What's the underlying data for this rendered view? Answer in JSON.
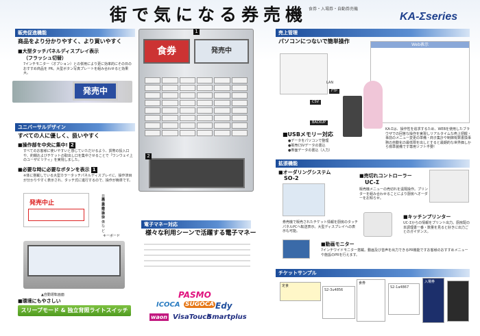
{
  "title": "街で気になる券売機",
  "title_sub": "食券・入場券・自動券売機",
  "logo": "KA-Σseries",
  "left": {
    "band1": "販売促進機能",
    "lead1": "商品をより分かりやすく、より買いやすく",
    "h1": "■大型タッチパネルディスプレイ表示",
    "h1b": "（フラッシュ切替）",
    "d1": "7インチモニター（オプション）との併用により更に効率的にその日のおすすめ商品を PR。大型ボタン写真プレートを組み合わせると効果大。",
    "sign": "発売中",
    "band2": "ユニバーサルデザイン",
    "lead2": "すべての人に優しく、扱いやすく",
    "h2": "■操作部を中央に集中!",
    "d2": "すべてのお客様に使いやすいと感じていただけるよう、貨幣の投入口や、釣銭およびチケットの取出し口を集中させることで「ワンウェイ上のユーザビリティ」を実現しました。",
    "h3": "■必要な時に必要なボタンを表示",
    "d3": "※体に搭載している大型カラータッチパネルディスプレイに、操作済目が分かりやすく表示され、タッチ式に進行するので、操作が簡単です。",
    "panel_title": "発売中止",
    "labels": [
      "日付の操作",
      "再集計",
      "メンテナンスなど",
      "売上の操作",
      "異常時の操作"
    ],
    "keyboard": "キーボード",
    "caption": "▲自動運転画面",
    "h4": "■環境にもやさしい",
    "green": "スリープモード & 独立背照ライトスイッチ"
  },
  "center": {
    "n1": "1",
    "n2": "2",
    "sign_big": "食券",
    "sign_small": "発売中",
    "band": "電子マネー対応",
    "lead": "様々な利用シーンで活躍する電子マネー",
    "brands": [
      "PASMO",
      "ICOCA",
      "SUGOCA",
      "Edy",
      "VisaTouch",
      "Smartplus",
      "waon"
    ]
  },
  "right": {
    "band1": "売上管理",
    "lead1": "パソコンにつないで簡単操作",
    "web": "Web表示",
    "lan": "LAN",
    "ftp": "FTP",
    "csv": "CSV",
    "backup": "BACKUP",
    "usb": "■USBメモリー対応",
    "usb_items": [
      "●データをパソコンで整理",
      "●販売CSVデータの書込",
      "●券面データの書込（入力）"
    ],
    "d1": "KA-Σは、操作性を追求するため、WEBを使用したブラウザでの回答な操作を実現しリアルタイムな売上把握・事前のメニュー変更の準備・商子集計や制御有数書換事務の自動化の最低限を出しとすると最期的な世界価しから標準装備です専用ソフト不要!",
    "band2": "拡張機能",
    "h_order": "■オーダリングシステム",
    "order_name": "SO-2",
    "h_ctrl": "■売切れコントローラー",
    "ctrl_name": "UC-Σ",
    "d_ctrl": "販売機メニューの売切れを遠隔操作。プリンターを組み合わせることにより厨房へオーダーをお知らせ。",
    "d_order": "券売機で販売されたチケット情報を厨房のタッチパネルPCへ転送表示。大型ディスプレイへの表示も可能。",
    "h_printer": "■キッチンプリンター",
    "d_printer": "UC-Σからの情報をプリント出力。厨房配の本調理書一番・数量を見ると好きに出力ごとのガイダンス。",
    "h_monitor": "■動画モニター",
    "d_monitor": "7インチワイドモニター搭載。動画及び音声を出力できるPR機能ですお客様のおすすめメニューや施設のPRを行えます。",
    "band3": "チケットサンプル",
    "ticket_titles": [
      "定食",
      "食券",
      "入場券",
      "S2-3u4856",
      "S2-1a4867"
    ]
  }
}
